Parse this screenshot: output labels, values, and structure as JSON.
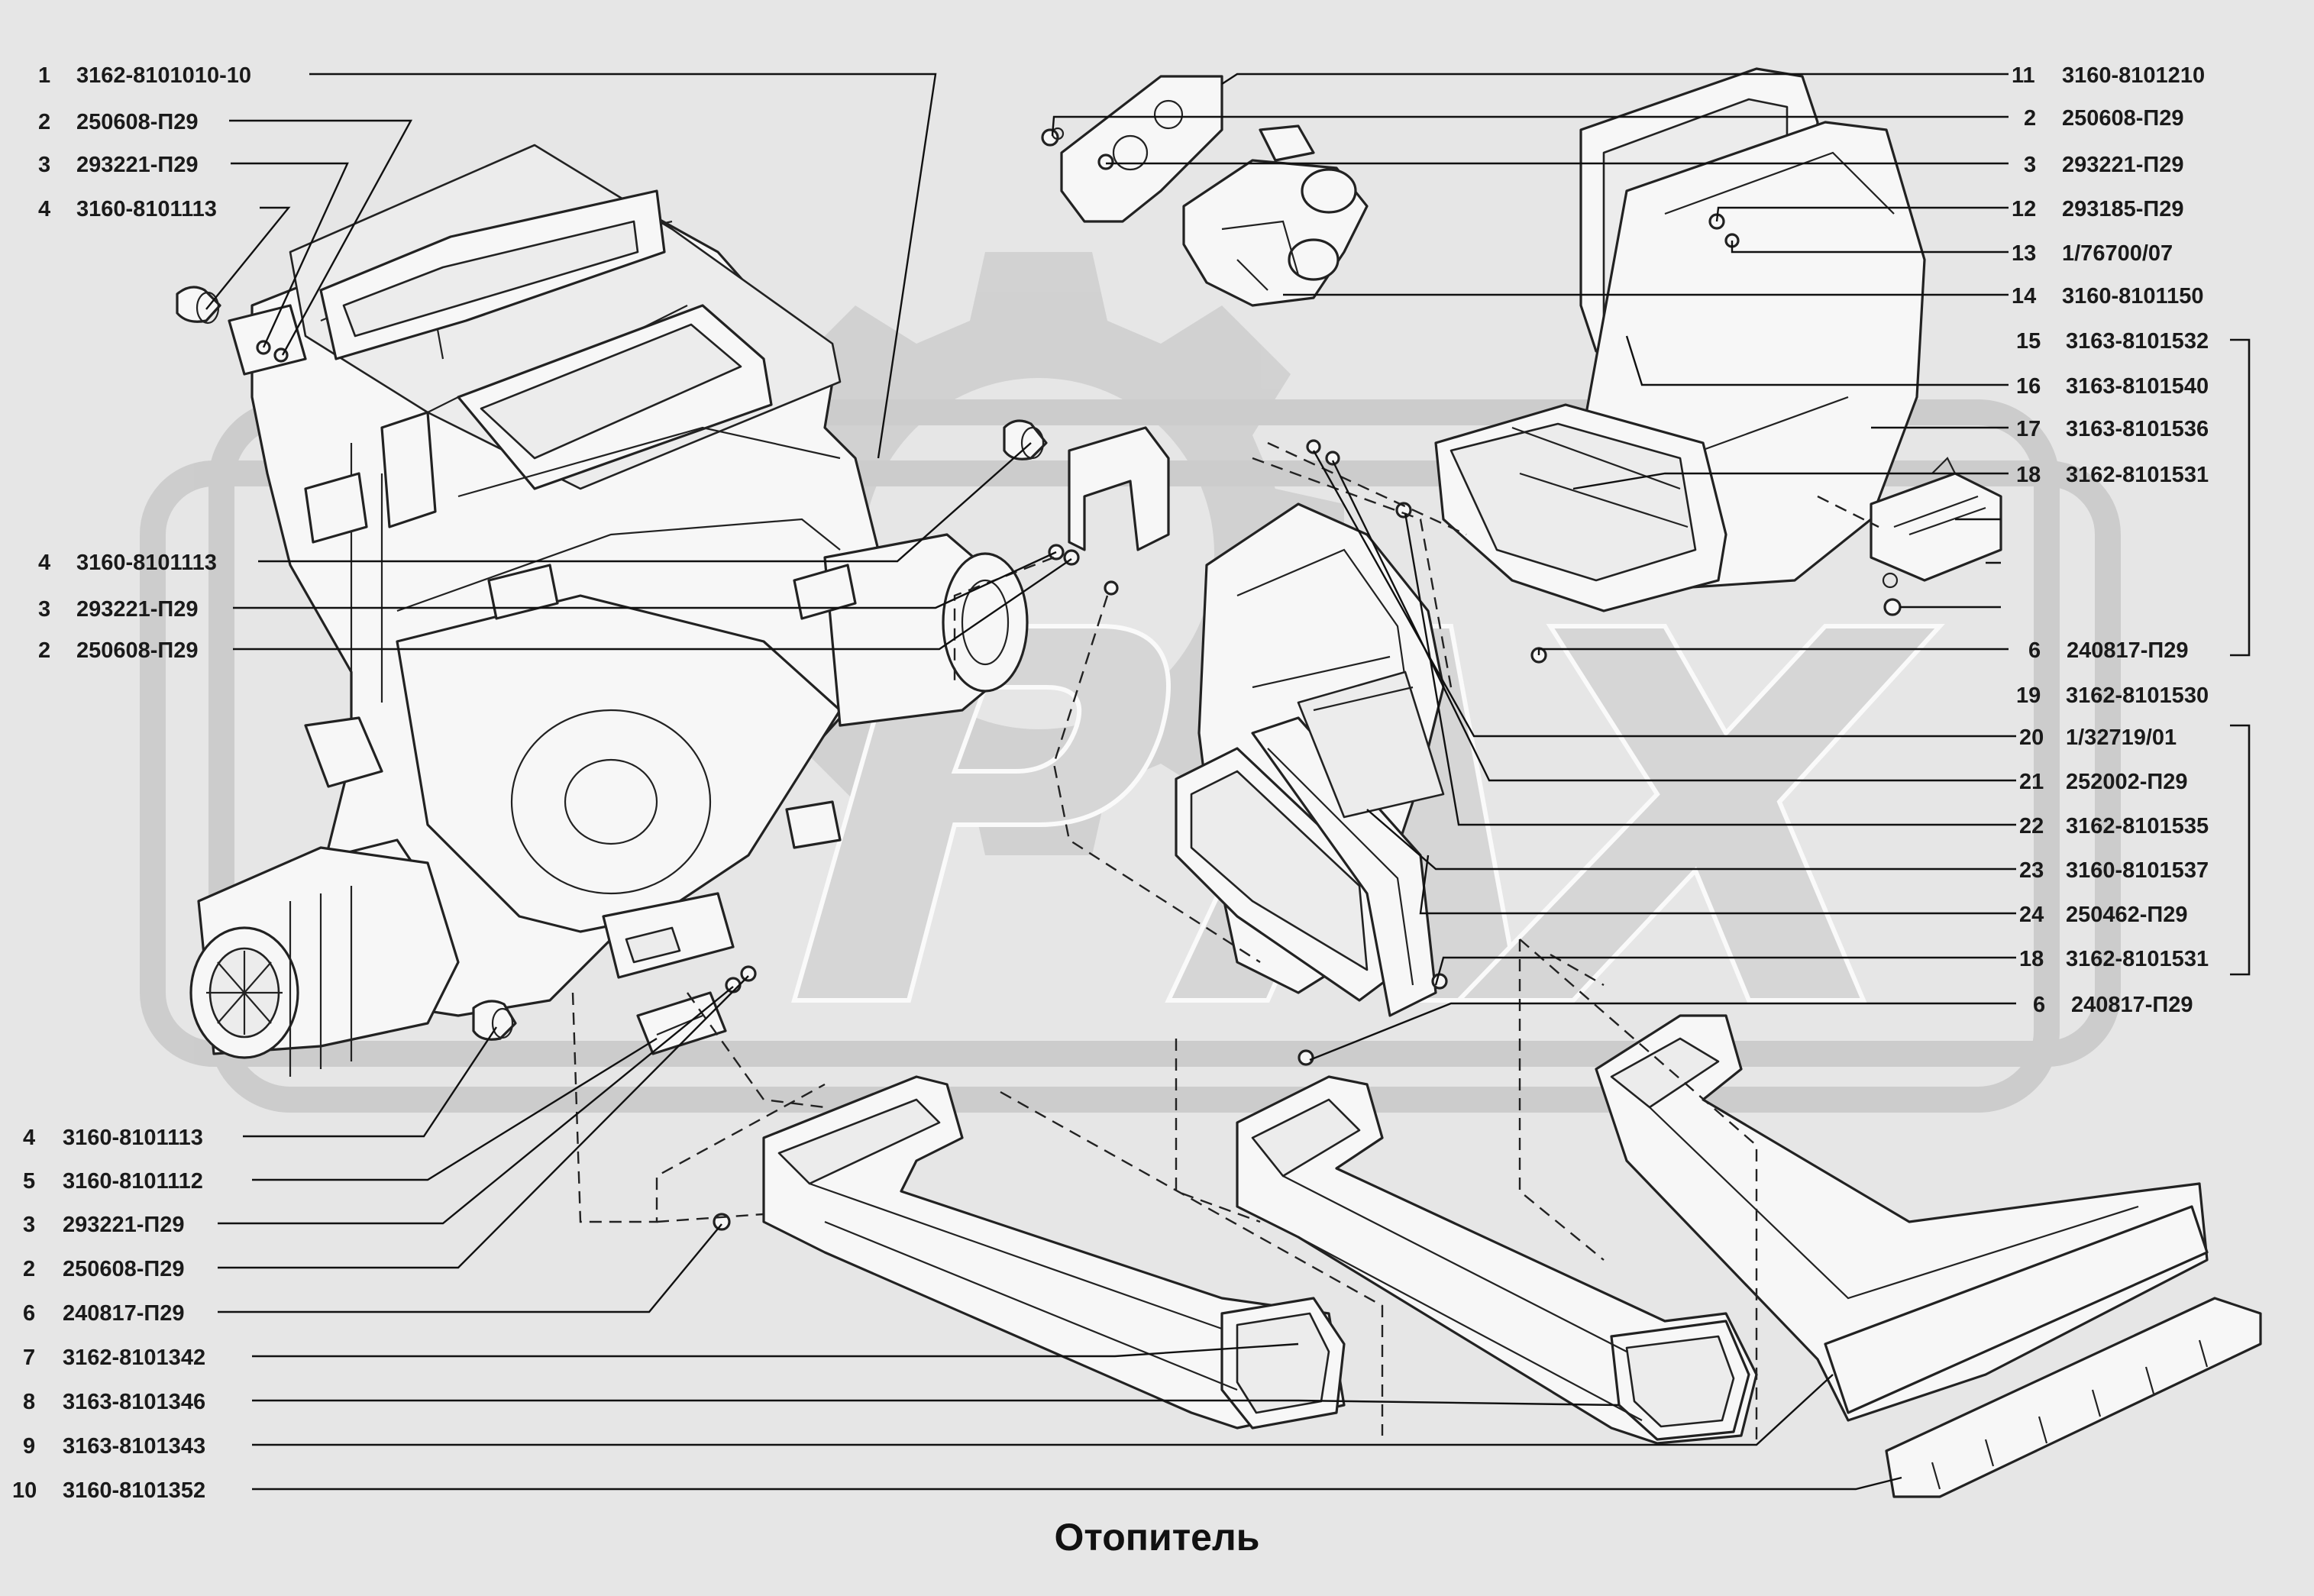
{
  "title": "Отопитель",
  "left_callouts": [
    {
      "num": "1",
      "part": "3162-8101010-10"
    },
    {
      "num": "2",
      "part": "250608-П29"
    },
    {
      "num": "3",
      "part": "293221-П29"
    },
    {
      "num": "4",
      "part": "3160-8101113"
    },
    {
      "num": "4",
      "part": "3160-8101113"
    },
    {
      "num": "3",
      "part": "293221-П29"
    },
    {
      "num": "2",
      "part": "250608-П29"
    },
    {
      "num": "4",
      "part": "3160-8101113"
    },
    {
      "num": "5",
      "part": "3160-8101112"
    },
    {
      "num": "3",
      "part": "293221-П29"
    },
    {
      "num": "2",
      "part": "250608-П29"
    },
    {
      "num": "6",
      "part": "240817-П29"
    },
    {
      "num": "7",
      "part": "3162-8101342"
    },
    {
      "num": "8",
      "part": "3163-8101346"
    },
    {
      "num": "9",
      "part": "3163-8101343"
    },
    {
      "num": "10",
      "part": "3160-8101352"
    }
  ],
  "right_callouts": [
    {
      "num": "11",
      "part": "3160-8101210"
    },
    {
      "num": "2",
      "part": "250608-П29"
    },
    {
      "num": "3",
      "part": "293221-П29"
    },
    {
      "num": "12",
      "part": "293185-П29"
    },
    {
      "num": "13",
      "part": "1/76700/07"
    },
    {
      "num": "14",
      "part": "3160-8101150"
    },
    {
      "num": "15",
      "part": "3163-8101532"
    },
    {
      "num": "16",
      "part": "3163-8101540"
    },
    {
      "num": "17",
      "part": "3163-8101536"
    },
    {
      "num": "18",
      "part": "3162-8101531"
    },
    {
      "num": "6",
      "part": "240817-П29"
    },
    {
      "num": "19",
      "part": "3162-8101530"
    },
    {
      "num": "20",
      "part": "1/32719/01"
    },
    {
      "num": "21",
      "part": "252002-П29"
    },
    {
      "num": "22",
      "part": "3162-8101535"
    },
    {
      "num": "23",
      "part": "3160-8101537"
    },
    {
      "num": "24",
      "part": "250462-П29"
    },
    {
      "num": "18",
      "part": "3162-8101531"
    },
    {
      "num": "6",
      "part": "240817-П29"
    }
  ],
  "watermark": "PAX",
  "icons": {
    "watermark_logo": "gear-logo-icon"
  }
}
